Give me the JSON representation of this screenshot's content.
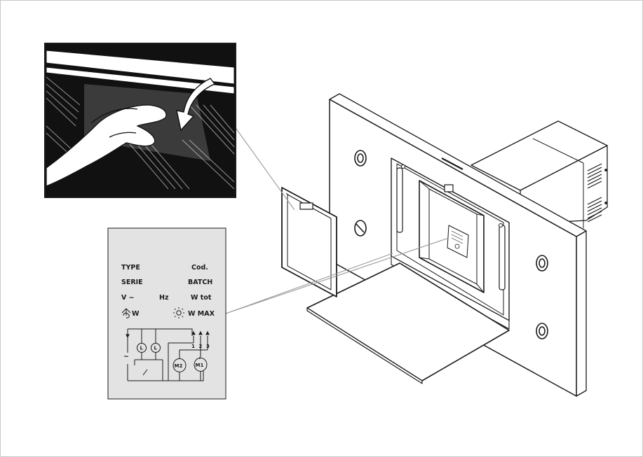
{
  "colors": {
    "line": "#1a1a1a",
    "panel": "#e3e3e3",
    "callout": "#9a9a9a",
    "inset_bg": "#111111"
  },
  "label_plate": {
    "type": "TYPE",
    "cod": "Cod.",
    "serie": "SERIE",
    "batch": "BATCH",
    "volt": "V ~",
    "hz": "Hz",
    "wtot": "W  tot",
    "fan_w": "W",
    "light_w": "W  MAX",
    "schematic": {
      "l1": "L",
      "l2": "L",
      "m1": "M1",
      "m2": "M2",
      "t1": "1",
      "t2": "2",
      "t3": "3",
      "ac": "~"
    }
  },
  "icons": [
    "fan-icon",
    "light-icon"
  ]
}
